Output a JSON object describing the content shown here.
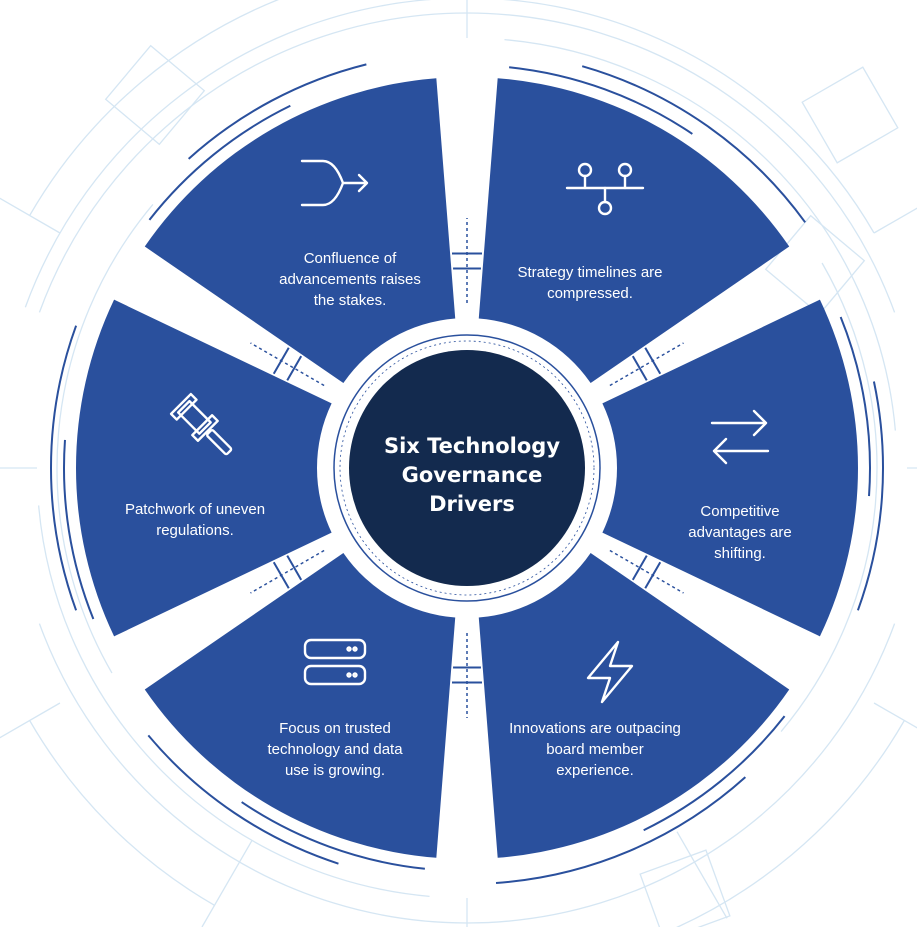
{
  "colors": {
    "segment": "#2a509d",
    "center": "#132a4e",
    "ring_line": "#2a509d",
    "deco_line": "#d5e6f3",
    "icon": "#ffffff"
  },
  "center": {
    "title": "Six Technology\nGovernance\nDrivers"
  },
  "segments": [
    {
      "id": "strategy",
      "icon": "branch-nodes-icon",
      "label": "Strategy timelines are\ncompressed."
    },
    {
      "id": "competitive",
      "icon": "swap-arrows-icon",
      "label": "Competitive\nadvantages are\nshifting."
    },
    {
      "id": "innovation",
      "icon": "lightning-bolt-icon",
      "label": "Innovations are outpacing\nboard member\nexperience."
    },
    {
      "id": "trusted",
      "icon": "server-stack-icon",
      "label": "Focus on trusted\ntechnology and data\nuse is growing."
    },
    {
      "id": "regulation",
      "icon": "gavel-icon",
      "label": "Patchwork of uneven\nregulations."
    },
    {
      "id": "confluence",
      "icon": "merge-arrow-icon",
      "label": "Confluence of\nadvancements raises\nthe stakes."
    }
  ]
}
